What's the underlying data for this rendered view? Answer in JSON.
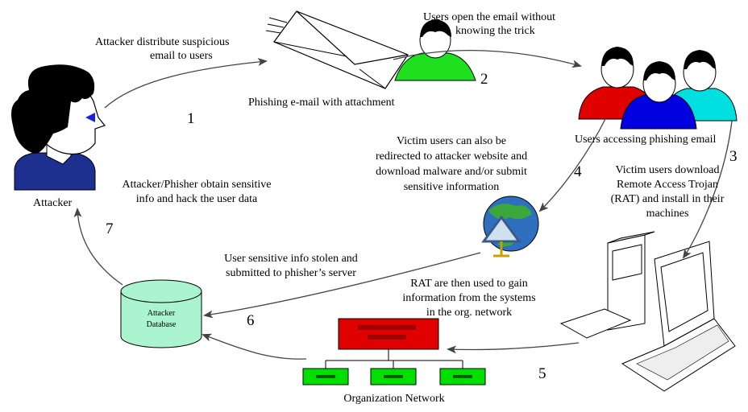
{
  "diagram": {
    "nodes": {
      "attacker": "Attacker",
      "phishing_email": "Phishing e-mail with attachment",
      "users": "Users accessing phishing email",
      "database_line1": "Attacker",
      "database_line2": "Database",
      "org_network": "Organization Network"
    },
    "steps": [
      {
        "num": "1",
        "lines": [
          "Attacker distribute suspicious",
          "email to users"
        ]
      },
      {
        "num": "2",
        "lines": [
          "Users open the email without",
          "knowing the trick"
        ]
      },
      {
        "num": "3",
        "lines": [
          "Victim users download",
          "Remote Access Trojan",
          "(RAT) and install in their",
          "machines"
        ]
      },
      {
        "num": "4",
        "lines": [
          "Victim users can also be",
          "redirected to attacker website and",
          "download malware and/or submit",
          "sensitive information"
        ]
      },
      {
        "num": "5",
        "lines": [
          "RAT are then used to gain",
          "information from the systems",
          "in the org. network"
        ]
      },
      {
        "num": "6",
        "lines": [
          "User sensitive info stolen and",
          "submitted to phisher’s server"
        ]
      },
      {
        "num": "7",
        "lines": [
          "Attacker/Phisher obtain sensitive",
          "info and hack the user data"
        ]
      }
    ],
    "colors": {
      "users": [
        "#e00000",
        "#1ee01e",
        "#00e0e0",
        "#0000e0"
      ],
      "database": "#aaf5cf",
      "org_server": "#e00000",
      "org_node": "#00e000",
      "attacker_shirt": "#1d2f8f",
      "globe": "#2f6fc0"
    }
  }
}
